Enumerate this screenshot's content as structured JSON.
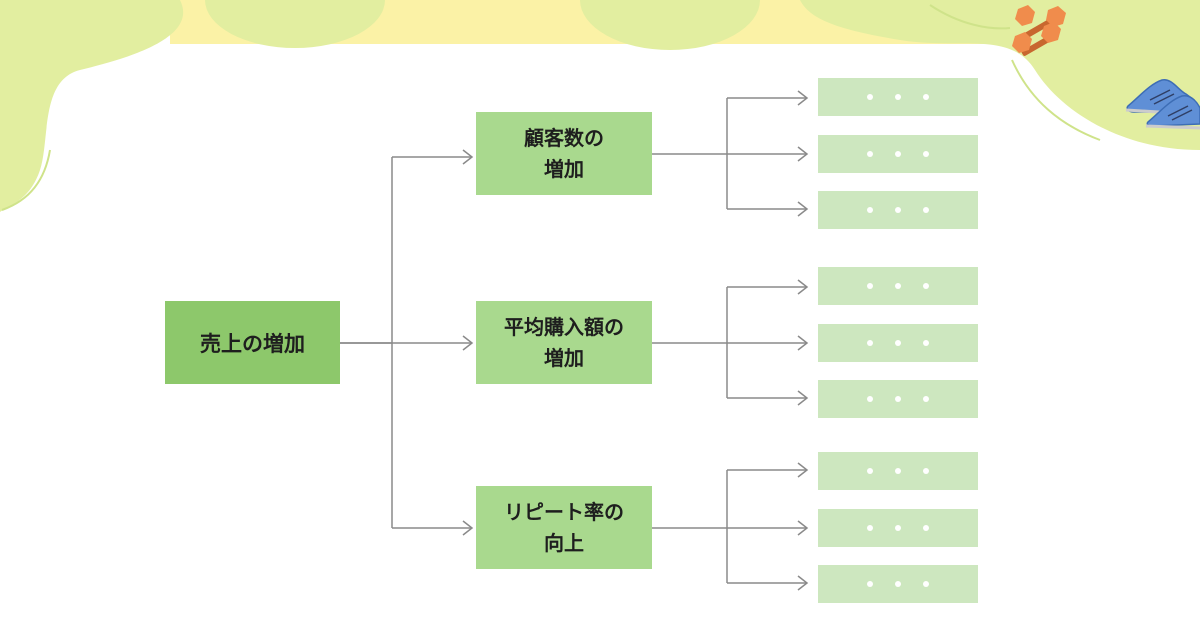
{
  "root": {
    "label": "売上の増加"
  },
  "branches": [
    {
      "line1": "顧客数の",
      "line2": "増加",
      "leaves": 3
    },
    {
      "line1": "平均購入額の",
      "line2": "増加",
      "leaves": 3
    },
    {
      "line1": "リピート率の",
      "line2": "向上",
      "leaves": 3
    }
  ],
  "colors": {
    "root_fill": "#8dc86b",
    "branch_fill": "#a9d98e",
    "leaf_fill": "#cde7bf",
    "connector": "#8a8a8a",
    "deco_green": "#e2eea0",
    "deco_yellow": "#fbf2a6",
    "dumbbell": "#f08c4c",
    "shoe": "#5f8fd6"
  },
  "icons": [
    "dumbbell-icon",
    "sneakers-icon"
  ]
}
